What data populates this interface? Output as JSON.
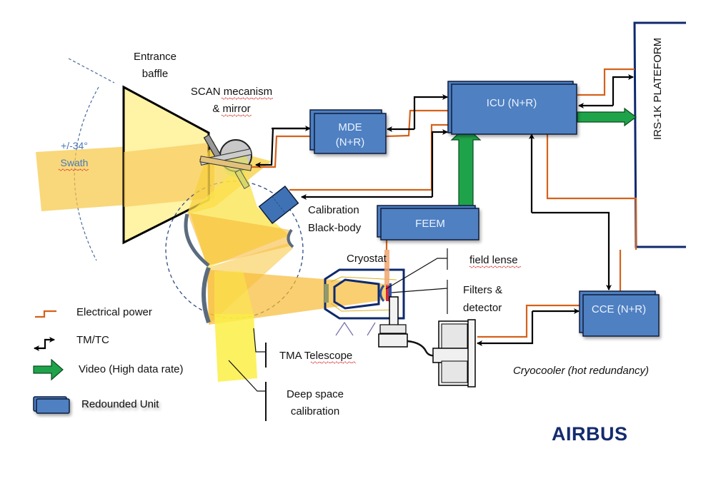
{
  "title": "IRS instrument functional architecture",
  "colors": {
    "power": "#d4621a",
    "tmtc": "#000000",
    "video": "#1fa34a",
    "unit": "#4f80c1",
    "unit_border": "#0e1f3c",
    "beam": "#f7c843",
    "platform": "#0e2a6e",
    "brand": "#142b6e"
  },
  "labels": {
    "entrance_baffle": [
      "Entrance",
      "baffle"
    ],
    "scan": [
      "SCAN mecanism",
      "& mirror"
    ],
    "swath": [
      "+/-34°",
      "Swath"
    ],
    "calibration_bb": [
      "Calibration",
      "Black-body"
    ],
    "cryostat": "Cryostat",
    "field_lense": "field lense",
    "filters": [
      "Filters &",
      "detector"
    ],
    "tma": "TMA Telescope",
    "deep_space": [
      "Deep space",
      "calibration"
    ],
    "cryocooler": "Cryocooler (hot redundancy)",
    "platform": "IRS-1K PLATEFORM"
  },
  "units": {
    "mde": [
      "MDE",
      "(N+R)"
    ],
    "icu": "ICU (N+R)",
    "feem": "FEEM",
    "cce": "CCE (N+R)"
  },
  "legend": [
    {
      "icon": "electrical-power-line-icon",
      "label": "Electrical power"
    },
    {
      "icon": "tmtc-arrow-icon",
      "label": "TM/TC"
    },
    {
      "icon": "video-arrow-icon",
      "label": "Video (High data rate)"
    },
    {
      "icon": "redounded-unit-icon",
      "label": "Redounded  Unit"
    }
  ],
  "logo": "AIRBUS"
}
